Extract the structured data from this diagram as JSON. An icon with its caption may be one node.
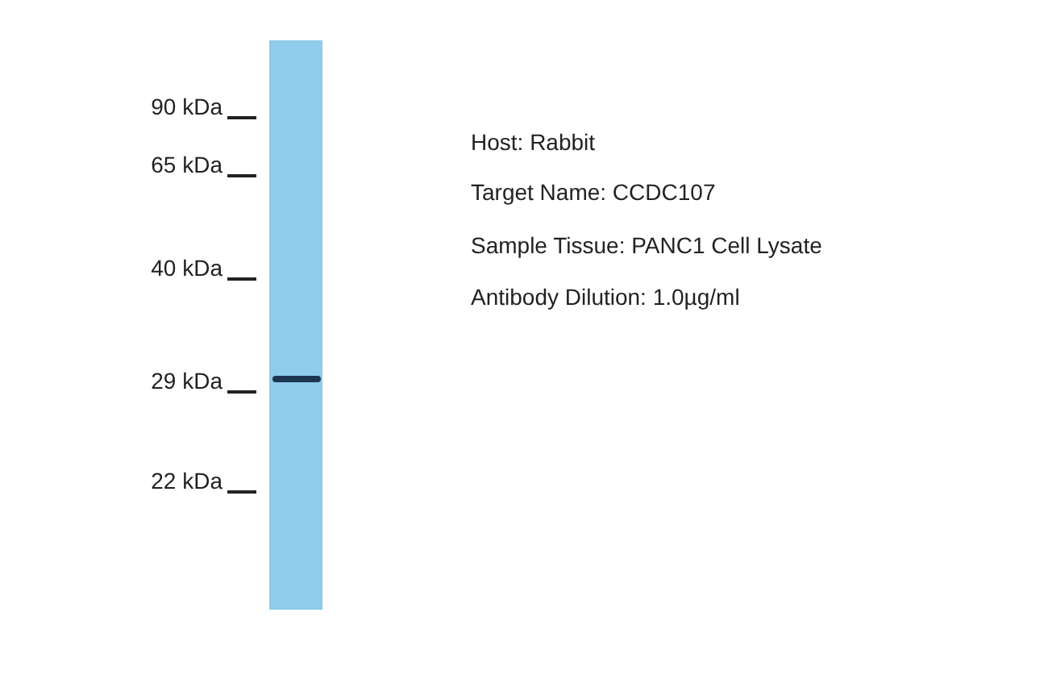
{
  "diagram": {
    "labels": [
      "90 kDa",
      "65 kDa",
      "40 kDa",
      "29 kDa",
      "22 kDa",
      "Host: Rabbit",
      "Target Name: CCDC107",
      "Sample Tissue: PANC1 Cell Lysate",
      "Antibody Dilution: 1.0µg/ml"
    ]
  }
}
